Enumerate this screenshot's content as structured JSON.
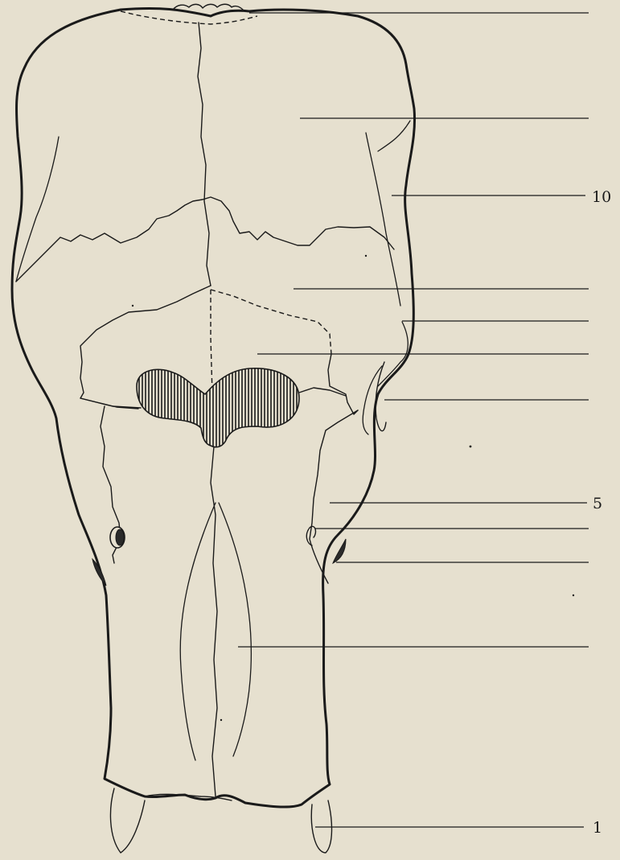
{
  "figure": {
    "labels": {
      "label_1": "1",
      "label_5": "5",
      "label_10": "10"
    },
    "colors": {
      "background": "#e6e0cf",
      "ink": "#1a1a1a"
    }
  }
}
